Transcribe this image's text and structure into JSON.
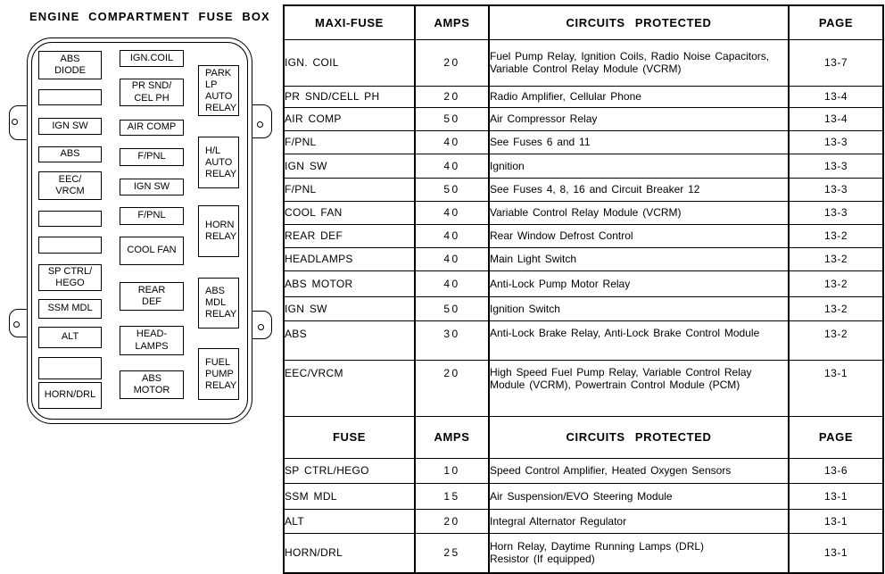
{
  "diagram": {
    "title": "ENGINE COMPARTMENT FUSE BOX",
    "left_column": [
      "ABS\nDIODE",
      "",
      "IGN SW",
      "ABS",
      "EEC/\nVRCM",
      "",
      "",
      "SP CTRL/\nHEGO",
      "SSM MDL",
      "ALT",
      "",
      "HORN/DRL"
    ],
    "middle_column": [
      "IGN.COIL",
      "PR SND/\nCEL PH",
      "AIR COMP",
      "F/PNL",
      "IGN SW",
      "F/PNL",
      "COOL FAN",
      "REAR\nDEF",
      "HEAD-\nLAMPS",
      "ABS\nMOTOR"
    ],
    "right_column": [
      "PARK\nLP\nAUTO\nRELAY",
      "H/L\nAUTO\nRELAY",
      "HORN\nRELAY",
      "ABS\nMDL\nRELAY",
      "FUEL\nPUMP\nRELAY"
    ]
  },
  "table": {
    "maxi": {
      "header": {
        "fuse": "MAXI-FUSE",
        "amps": "AMPS",
        "circuits": "CIRCUITS PROTECTED",
        "page": "PAGE"
      },
      "rows": [
        {
          "fuse": "IGN. COIL",
          "amps": "20",
          "circuits": "Fuel Pump Relay, Ignition Coils, Radio Noise Capacitors,\nVariable Control Relay Module (VCRM)",
          "page": "13-7"
        },
        {
          "fuse": "PR SND/CELL PH",
          "amps": "20",
          "circuits": "Radio Amplifier, Cellular Phone",
          "page": "13-4"
        },
        {
          "fuse": "AIR COMP",
          "amps": "50",
          "circuits": "Air Compressor Relay",
          "page": "13-4"
        },
        {
          "fuse": "F/PNL",
          "amps": "40",
          "circuits": "See Fuses 6 and 11",
          "page": "13-3"
        },
        {
          "fuse": "IGN SW",
          "amps": "40",
          "circuits": "Ignition",
          "page": "13-3"
        },
        {
          "fuse": "F/PNL",
          "amps": "50",
          "circuits": "See Fuses 4, 8, 16 and Circuit Breaker 12",
          "page": "13-3"
        },
        {
          "fuse": "COOL FAN",
          "amps": "40",
          "circuits": "Variable Control Relay Module (VCRM)",
          "page": "13-3"
        },
        {
          "fuse": "REAR DEF",
          "amps": "40",
          "circuits": "Rear Window Defrost Control",
          "page": "13-2"
        },
        {
          "fuse": "HEADLAMPS",
          "amps": "40",
          "circuits": "Main Light Switch",
          "page": "13-2"
        },
        {
          "fuse": "ABS MOTOR",
          "amps": "40",
          "circuits": "Anti-Lock Pump Motor Relay",
          "page": "13-2"
        },
        {
          "fuse": "IGN SW",
          "amps": "50",
          "circuits": "Ignition Switch",
          "page": "13-2"
        },
        {
          "fuse": "ABS",
          "amps": "30",
          "circuits": "Anti-Lock Brake Relay, Anti-Lock Brake Control Module",
          "page": "13-2"
        },
        {
          "fuse": "EEC/VRCM",
          "amps": "20",
          "circuits": "High Speed Fuel Pump Relay, Variable Control Relay\nModule (VCRM), Powertrain Control Module (PCM)",
          "page": "13-1"
        }
      ]
    },
    "fuse_section": {
      "header": {
        "fuse": "FUSE",
        "amps": "AMPS",
        "circuits": "CIRCUITS PROTECTED",
        "page": "PAGE"
      },
      "rows": [
        {
          "fuse": "SP CTRL/HEGO",
          "amps": "10",
          "circuits": "Speed Control Amplifier, Heated Oxygen Sensors",
          "page": "13-6"
        },
        {
          "fuse": "SSM MDL",
          "amps": "15",
          "circuits": "Air Suspension/EVO Steering Module",
          "page": "13-1"
        },
        {
          "fuse": "ALT",
          "amps": "20",
          "circuits": "Integral Alternator Regulator",
          "page": "13-1"
        },
        {
          "fuse": "HORN/DRL",
          "amps": "25",
          "circuits": "Horn Relay, Daytime Running Lamps (DRL)\nResistor (If equipped)",
          "page": "13-1"
        }
      ]
    }
  }
}
